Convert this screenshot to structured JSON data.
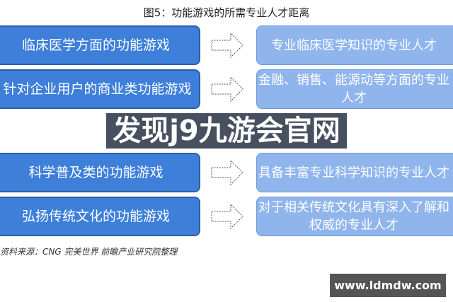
{
  "title": "图5：功能游戏的所需专业人才距离",
  "rows": [
    {
      "game": "临床医学方面的功能游戏",
      "talent": "专业临床医学知识的专业人才"
    },
    {
      "game": "针对企业用户的商业类功能游戏",
      "talent": "金融、销售、能源动等方面的专业人才"
    },
    {
      "game": "科学普及类的功能游戏",
      "talent": "具备丰富专业科学知识的专业人才"
    },
    {
      "game": "弘扬传统文化的功能游戏",
      "talent": "对于相关传统文化具有深入了解和权威的专业人才"
    }
  ],
  "source": "资料来源：CNG 完美世界 前瞻产业研究院整理",
  "overlay_banner": "发现j9九游会官网",
  "overlay_url": "www.ldmdw.com",
  "colors": {
    "left_box": "#3d7fd9",
    "right_box": "#8fb5ec"
  }
}
